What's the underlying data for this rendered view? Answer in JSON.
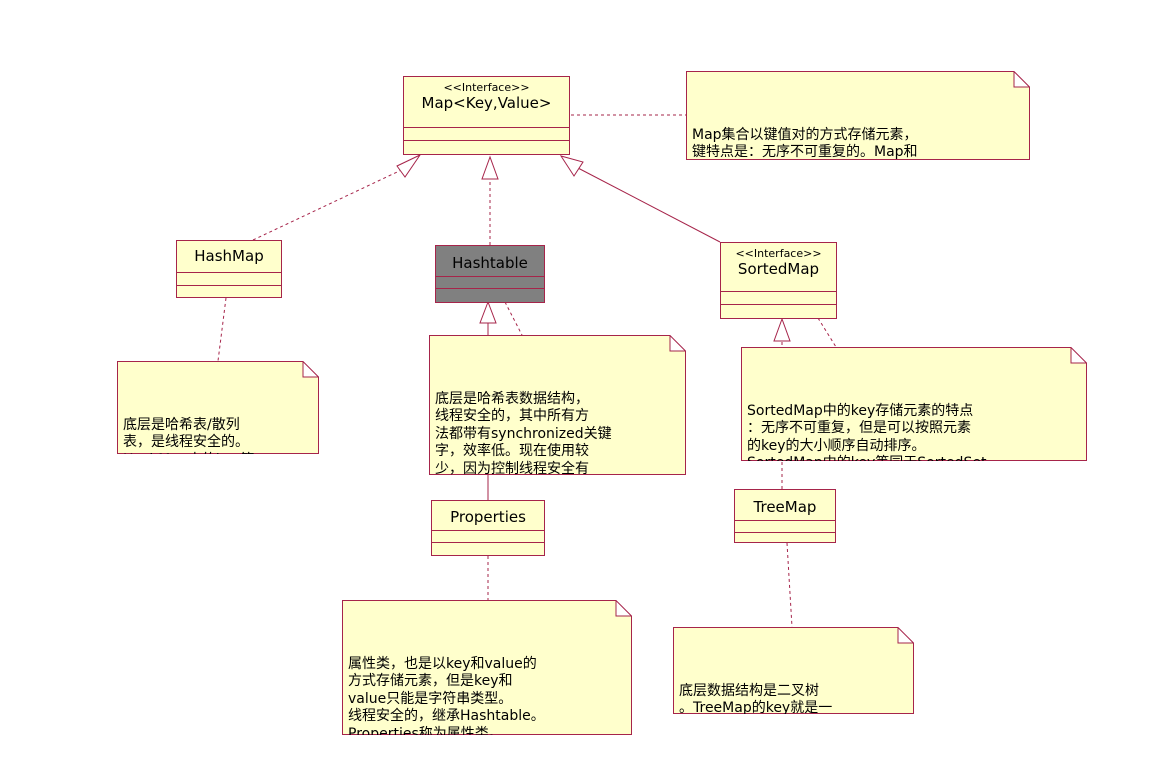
{
  "classes": {
    "map": {
      "stereotype": "<<Interface>>",
      "name": "Map<Key,Value>"
    },
    "hashmap": {
      "name": "HashMap"
    },
    "hashtable": {
      "name": "Hashtable"
    },
    "sortedmap": {
      "stereotype": "<<Interface>>",
      "name": "SortedMap"
    },
    "properties": {
      "name": "Properties"
    },
    "treemap": {
      "name": "TreeMap"
    }
  },
  "notes": {
    "map": "Map集合以键值对的方式存储元素，\n键特点是：无序不可重复的。Map和\nCollection没有关系",
    "hashmap": "底层是哈希表/散列\n表，是线程安全的。\nHashMap中的key等\n同于一个Set集合",
    "hashtable": "底层是哈希表数据结构，\n线程安全的，其中所有方\n法都带有synchronized关键\n字，效率低。现在使用较\n少，因为控制线程安全有\n更好的替代方案了。",
    "sortedmap": "SortedMap中的key存储元素的特点\n：无序不可重复，但是可以按照元素\n的key的大小顺序自动排序。\nSortedMap中的key等同于SortedSet",
    "properties": "属性类，也是以key和value的\n方式存储元素，但是key和\nvalue只能是字符串类型。\n线程安全的，继承Hashtable。\nProperties称为属性类。",
    "treemap": "底层数据结构是二叉树\n。TreeMap的key就是一\n个TreeSet。"
  },
  "colors": {
    "class_fill": "#ffffcc",
    "class_border": "#a6244a",
    "dark_fill": "#808080",
    "edge": "#a6244a"
  }
}
